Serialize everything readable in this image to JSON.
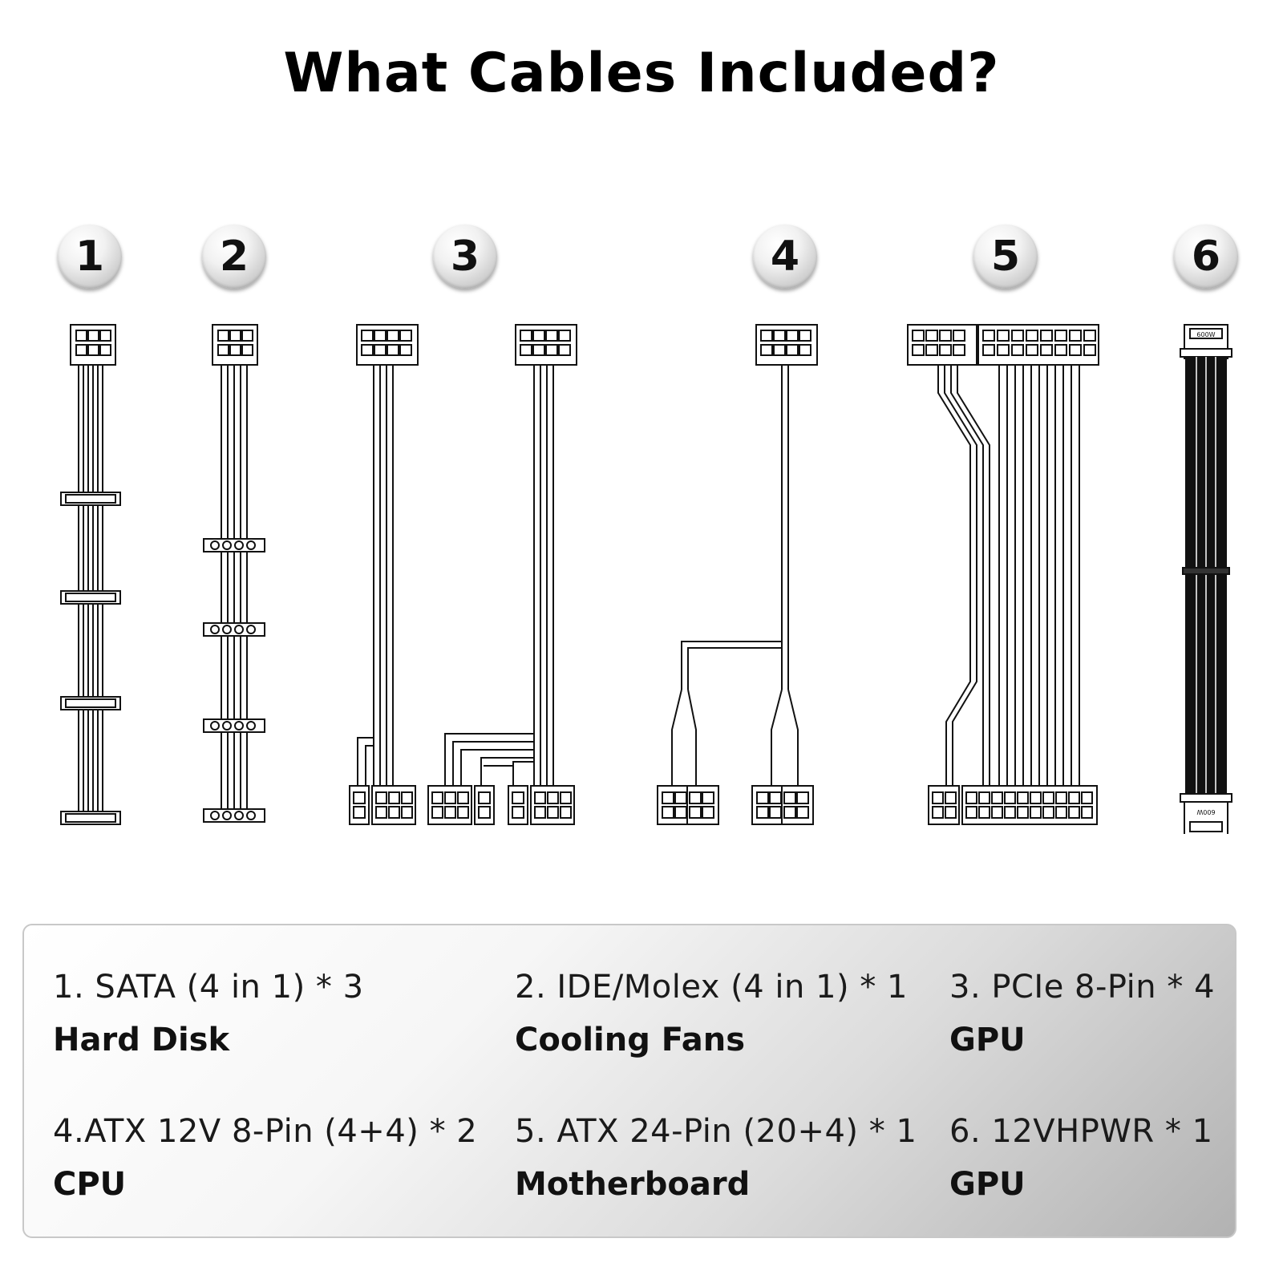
{
  "title": "What Cables Included?",
  "badges": [
    "1",
    "2",
    "3",
    "4",
    "5",
    "6"
  ],
  "connector_labels": {
    "top": "600W",
    "bottom": "600W"
  },
  "items": [
    {
      "spec": "1. SATA (4 in 1) * 3",
      "use": "Hard Disk"
    },
    {
      "spec": "2. IDE/Molex (4 in 1) * 1",
      "use": "Cooling Fans"
    },
    {
      "spec": "3. PCIe 8-Pin * 4",
      "use": "GPU"
    },
    {
      "spec": "4.ATX 12V 8-Pin (4+4) * 2",
      "use": "CPU"
    },
    {
      "spec": "5. ATX 24-Pin (20+4) * 1",
      "use": "Motherboard"
    },
    {
      "spec": "6. 12VHPWR * 1",
      "use": "GPU"
    }
  ]
}
